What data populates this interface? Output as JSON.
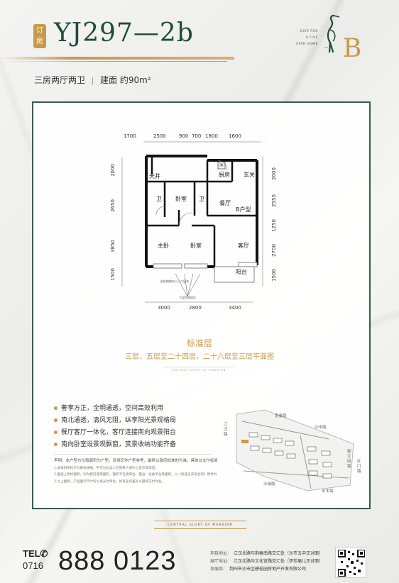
{
  "header": {
    "badge": "订房",
    "model": "YJ297—2b",
    "subtitle_type": "三房两厅两卫",
    "subtitle_area_label": "建面 ",
    "subtitle_area": "约90m²"
  },
  "logo": {
    "tagline": [
      "GIVE FOR",
      "A FIVE",
      "STAR HOME"
    ],
    "letter": "B"
  },
  "plan": {
    "dims_top": [
      "1700",
      "2500",
      "900",
      "700",
      "1800",
      "1600"
    ],
    "dims_left": [
      "2000",
      "2650",
      "3850",
      "1500"
    ],
    "dims_right": [
      "2000",
      "2550",
      "1250",
      "2700",
      "1500"
    ],
    "dims_bottom": [
      "3000",
      "2800",
      "3400"
    ],
    "rooms": {
      "tianjing": "天井",
      "kitchen": "厨房",
      "entry": "玄关",
      "bath1": "卫",
      "bedroom1": "卧室",
      "bath2": "卫",
      "dining": "餐厅",
      "unit": "B户型",
      "master": "主卧",
      "bedroom2": "卧室",
      "living": "客厅",
      "balcony": "阳台"
    },
    "fridge": "冰",
    "note_top": "此处楼梯仅三十六层有",
    "note_bottom": "下层空调机位"
  },
  "floor": {
    "title": "标准层",
    "subtitle": "三层、五层至二十四层，二十六层至三层平面图"
  },
  "divider_text": "CENTRAL GLORY OF MANSION",
  "features": [
    "奢享方正，全明通透，空间高效利用",
    "南北通透，清风无阻，纵享阳光景观格局",
    "餐厅客厅一体化，客厅连接南向观景阳台",
    "南向卧室设景观飘窗，赏景收纳功能齐备"
  ],
  "disclaimer": {
    "lead": "声明：本户型方位和面积为户型，仅供您作户型参考，最终以政府批准的为准，具体以交付标准为准。",
    "lines": [
      "1.本资料所标示为楼栋规格，不作为出卖人向买受人要约之表示或承诺。",
      "2.图纸上所标面积，均为套内使用面积，面积不包含阳台、露台、设备平台等面积，以《商品房买卖合同》附件为准。",
      "3.以上图例，户型图示尺寸均以毫米为单位，如有任何差异以最终交付为准。"
    ]
  },
  "map": {
    "labels": [
      "江汉路",
      "荆秦路",
      "沙市路",
      "天缘路",
      "水木路",
      "御江四路",
      "红门路"
    ]
  },
  "bottom_label": "CENTRAL GLORY OF MANSION",
  "contact": {
    "tel_label": "TEL✆",
    "tel_code": "0716",
    "tel_number": "888 0123",
    "project_key": "项目地址：",
    "project_val": "江汉北路与荆秦南路交汇处（沙市五中正对面）",
    "sales_key": "展厅地址：",
    "sales_val": "江汉北路与文化宫路交汇处（伊莎痛儿正对面）",
    "dev_key": "发展商：",
    "dev_val": "荆州市沙市区碧桂园房地产开发有限公司"
  },
  "colors": {
    "gold": "#c79a4a",
    "green": "#1f4a3e"
  }
}
